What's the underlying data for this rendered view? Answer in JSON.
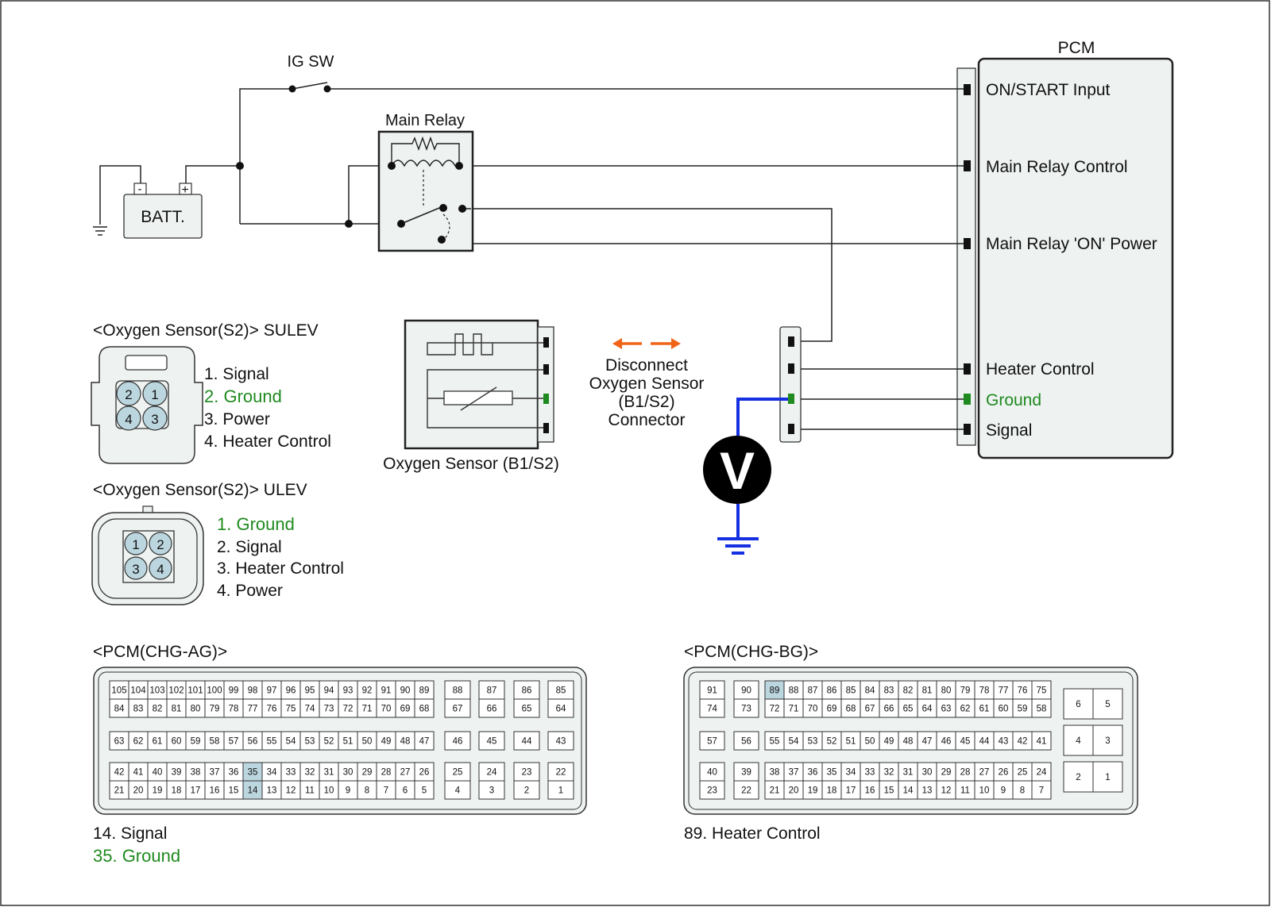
{
  "colors": {
    "ground": "#1f8a1f",
    "probe": "#1530e0",
    "arrow": "#f06418",
    "highlight": "#bcd6df",
    "panel": "#eef2f1"
  },
  "pcm": {
    "title": "PCM",
    "terminals": [
      "ON/START Input",
      "Main Relay Control",
      "Main Relay 'ON' Power",
      "Heater Control",
      "Ground",
      "Signal"
    ]
  },
  "ig_sw": "IG SW",
  "main_relay": "Main Relay",
  "battery": {
    "label": "BATT.",
    "neg": "-",
    "pos": "+"
  },
  "voltmeter": "V",
  "instruction": {
    "line1": "Disconnect",
    "line2": "Oxygen Sensor",
    "line3": "(B1/S2)",
    "line4": "Connector"
  },
  "sensor_caption": "Oxygen Sensor (B1/S2)",
  "sulev": {
    "title": "<Oxygen Sensor(S2)> SULEV",
    "pins": [
      "1",
      "2",
      "3",
      "4"
    ],
    "items": [
      "1. Signal",
      "2. Ground",
      "3. Power",
      "4. Heater Control"
    ]
  },
  "ulev": {
    "title": "<Oxygen Sensor(S2)> ULEV",
    "pins": [
      "1",
      "2",
      "3",
      "4"
    ],
    "items": [
      "1. Ground",
      "2. Signal",
      "3. Heater Control",
      "4. Power"
    ]
  },
  "pcm_ag": {
    "title": "<PCM(CHG-AG)>",
    "highlight": [
      "35",
      "14"
    ],
    "main_rows": [
      [
        "105",
        "104",
        "103",
        "102",
        "101",
        "100",
        "99",
        "98",
        "97",
        "96",
        "95",
        "94",
        "93",
        "92",
        "91",
        "90",
        "89"
      ],
      [
        "84",
        "83",
        "82",
        "81",
        "80",
        "79",
        "78",
        "77",
        "76",
        "75",
        "74",
        "73",
        "72",
        "71",
        "70",
        "69",
        "68"
      ],
      [
        "63",
        "62",
        "61",
        "60",
        "59",
        "58",
        "57",
        "56",
        "55",
        "54",
        "53",
        "52",
        "51",
        "50",
        "49",
        "48",
        "47"
      ],
      [
        "42",
        "41",
        "40",
        "39",
        "38",
        "37",
        "36",
        "35",
        "34",
        "33",
        "32",
        "31",
        "30",
        "29",
        "28",
        "27",
        "26"
      ],
      [
        "21",
        "20",
        "19",
        "18",
        "17",
        "16",
        "15",
        "14",
        "13",
        "12",
        "11",
        "10",
        "9",
        "8",
        "7",
        "6",
        "5"
      ]
    ],
    "side_rows": [
      [
        "88",
        "87",
        "86",
        "85"
      ],
      [
        "67",
        "66",
        "65",
        "64"
      ],
      [
        "46",
        "45",
        "44",
        "43"
      ],
      [
        "25",
        "24",
        "23",
        "22"
      ],
      [
        "4",
        "3",
        "2",
        "1"
      ]
    ],
    "notes": [
      "14. Signal",
      "35. Ground"
    ]
  },
  "pcm_bg": {
    "title": "<PCM(CHG-BG)>",
    "highlight": [
      "89"
    ],
    "col_a": [
      "91",
      "74",
      "57",
      "40",
      "23"
    ],
    "col_b": [
      "90",
      "73",
      "56",
      "39",
      "22"
    ],
    "main_rows": [
      [
        "89",
        "88",
        "87",
        "86",
        "85",
        "84",
        "83",
        "82",
        "81",
        "80",
        "79",
        "78",
        "77",
        "76",
        "75"
      ],
      [
        "72",
        "71",
        "70",
        "69",
        "68",
        "67",
        "66",
        "65",
        "64",
        "63",
        "62",
        "61",
        "60",
        "59",
        "58"
      ],
      [
        "55",
        "54",
        "53",
        "52",
        "51",
        "50",
        "49",
        "48",
        "47",
        "46",
        "45",
        "44",
        "43",
        "42",
        "41"
      ],
      [
        "38",
        "37",
        "36",
        "35",
        "34",
        "33",
        "32",
        "31",
        "30",
        "29",
        "28",
        "27",
        "26",
        "25",
        "24"
      ],
      [
        "21",
        "20",
        "19",
        "18",
        "17",
        "16",
        "15",
        "14",
        "13",
        "12",
        "11",
        "10",
        "9",
        "8",
        "7"
      ]
    ],
    "right_pairs": [
      [
        "6",
        "5"
      ],
      [
        "4",
        "3"
      ],
      [
        "2",
        "1"
      ]
    ],
    "notes": [
      "89. Heater Control"
    ]
  }
}
